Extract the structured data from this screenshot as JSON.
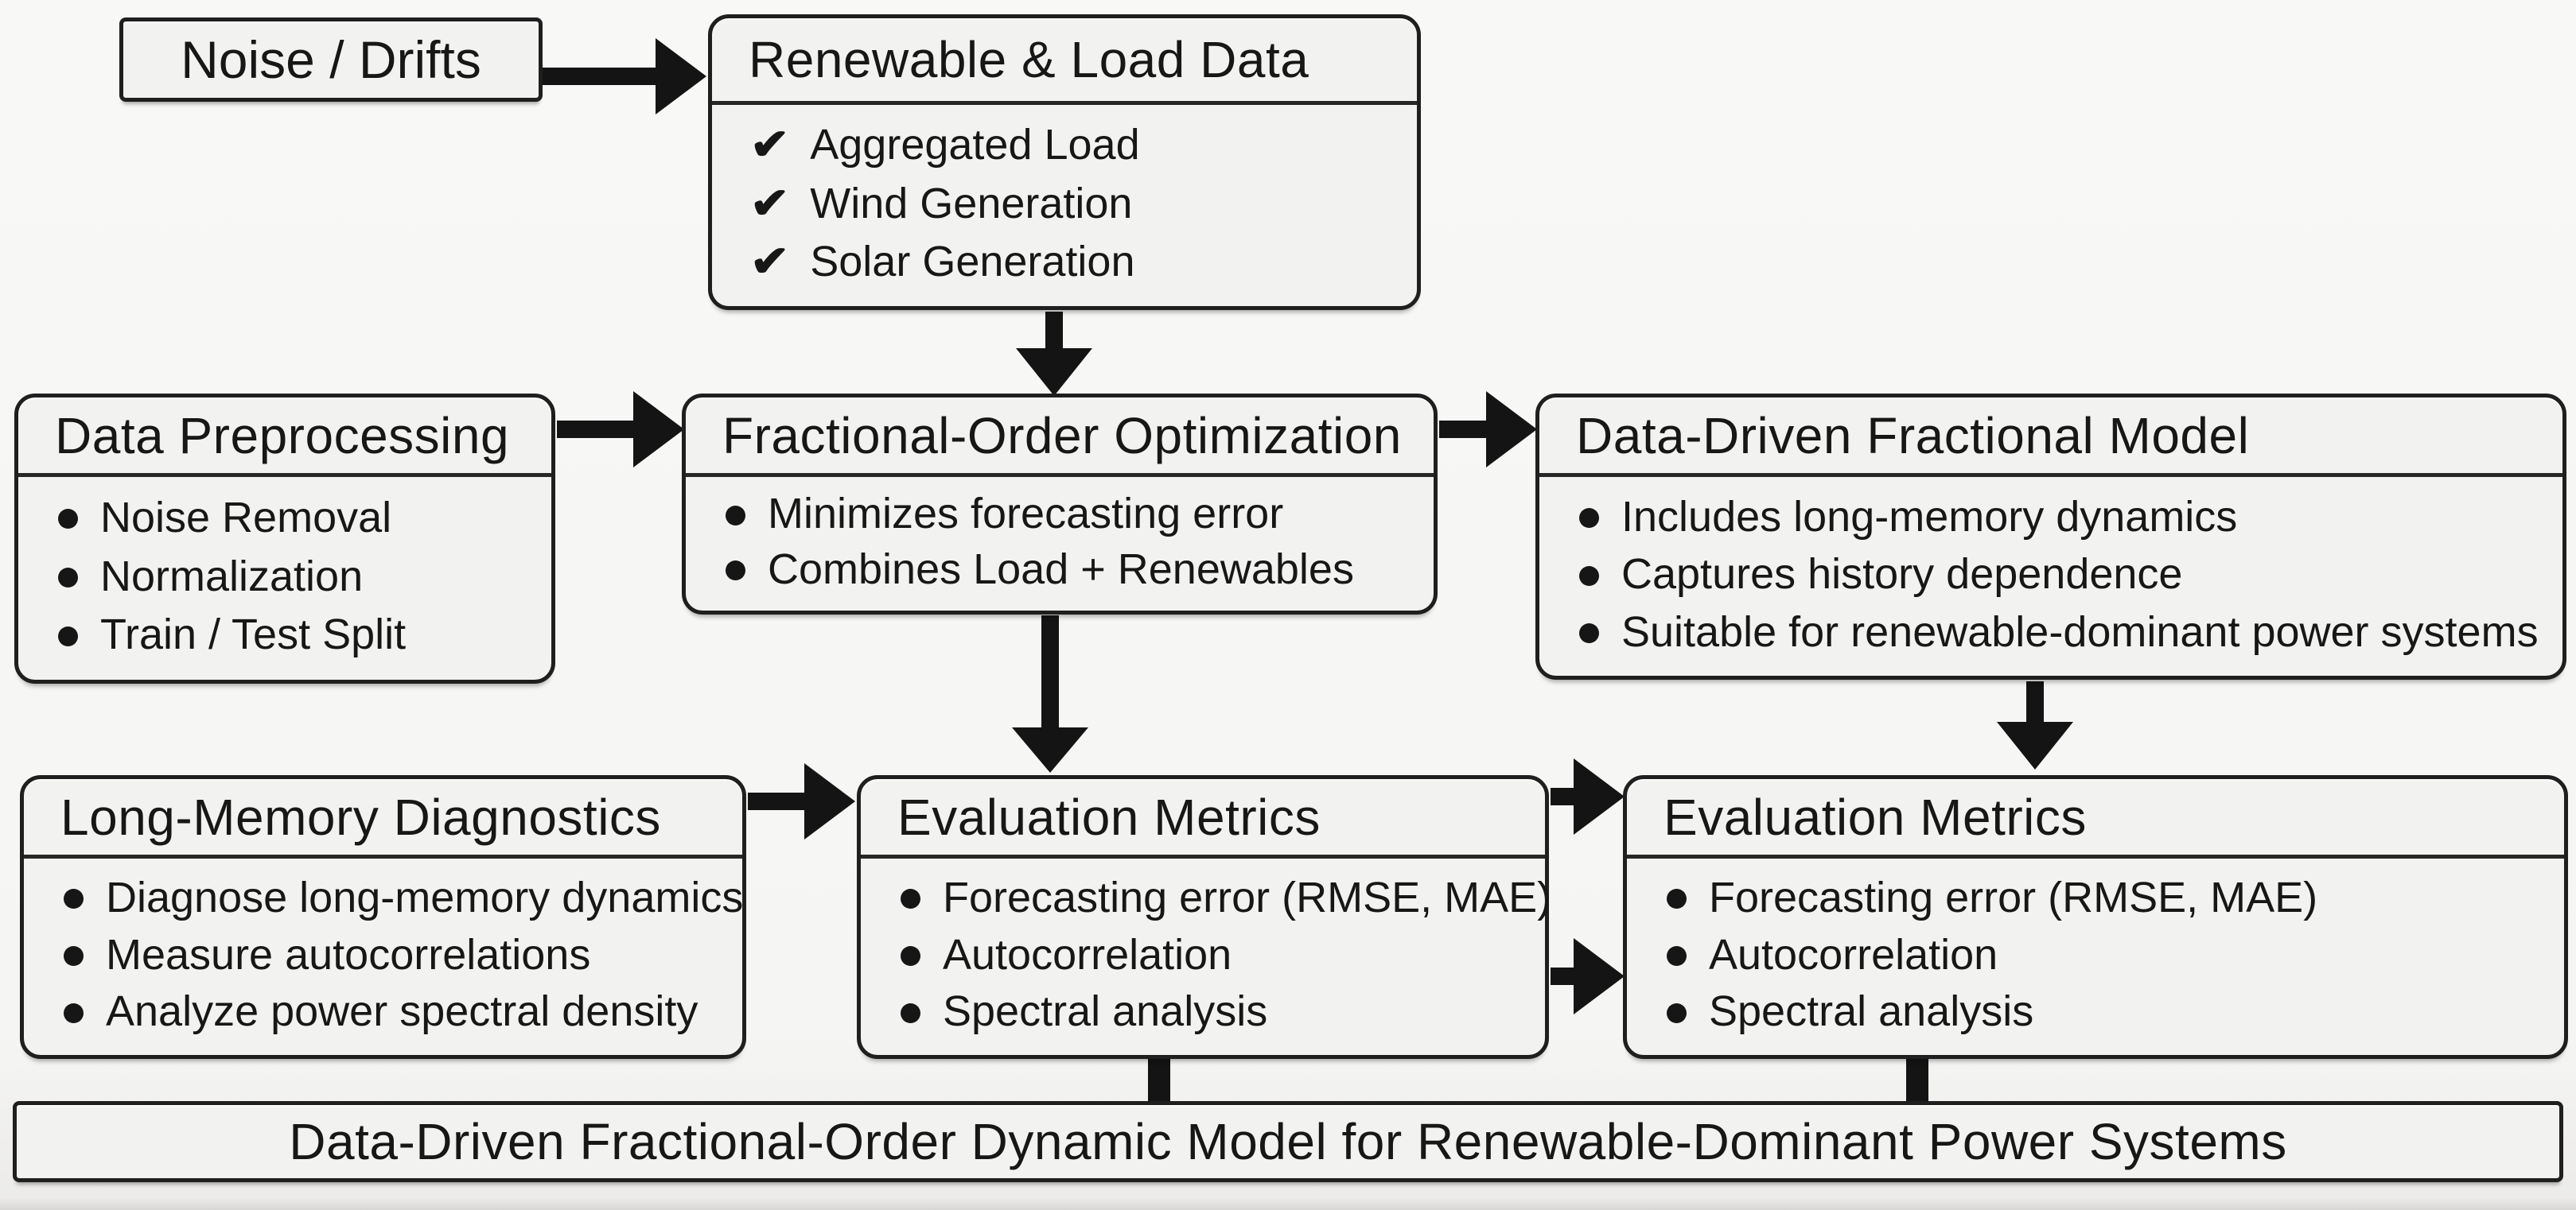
{
  "colors": {
    "background": "#f6f6f4",
    "box_fill": "#f2f2f0",
    "border": "#1f1f1f",
    "text": "#171717",
    "arrow": "#141414"
  },
  "icons": {
    "check": "✔"
  },
  "nodes": {
    "noise_drifts": {
      "title": "Noise / Drifts"
    },
    "renewable_load_data": {
      "title": "Renewable & Load Data",
      "items": [
        "Aggregated Load",
        "Wind Generation",
        "Solar Generation"
      ]
    },
    "data_preprocessing": {
      "title": "Data Preprocessing",
      "items": [
        "Noise Removal",
        "Normalization",
        "Train / Test Split"
      ]
    },
    "fractional_order_optimization": {
      "title": "Fractional-Order Optimization",
      "items": [
        "Minimizes forecasting error",
        "Combines Load + Renewables"
      ]
    },
    "data_driven_fractional_model": {
      "title": "Data-Driven Fractional Model",
      "items": [
        "Includes long-memory dynamics",
        "Captures history dependence",
        "Suitable for renewable-dominant power systems"
      ]
    },
    "long_memory_diagnostics": {
      "title": "Long-Memory Diagnostics",
      "items": [
        "Diagnose long-memory dynamics",
        "Measure autocorrelations",
        "Analyze power spectral density"
      ]
    },
    "evaluation_metrics_center": {
      "title": "Evaluation Metrics",
      "items": [
        "Forecasting error (RMSE, MAE)",
        "Autocorrelation",
        "Spectral analysis"
      ]
    },
    "evaluation_metrics_right": {
      "title": "Evaluation Metrics",
      "items": [
        "Forecasting error (RMSE, MAE)",
        "Autocorrelation",
        "Spectral analysis"
      ]
    },
    "final_banner": {
      "title": "Data-Driven Fractional-Order Dynamic Model for Renewable-Dominant Power Systems"
    }
  }
}
